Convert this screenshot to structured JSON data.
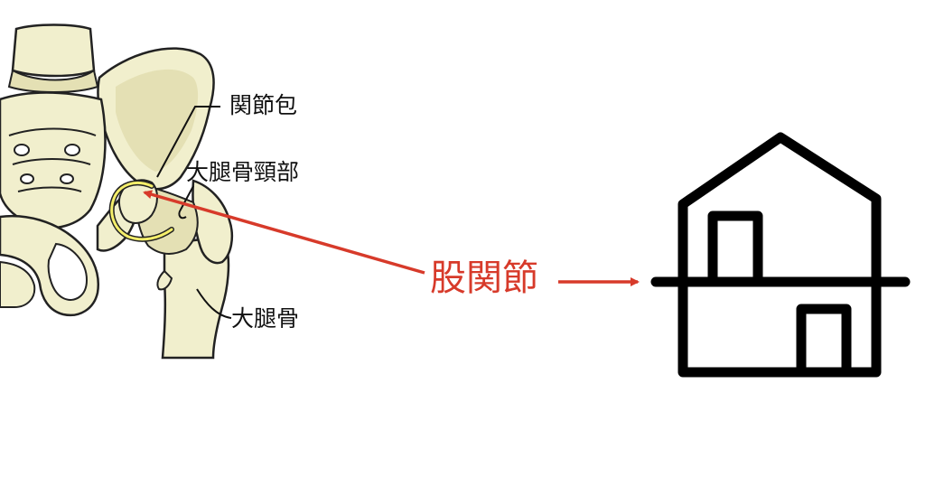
{
  "labels": {
    "capsule": "関節包",
    "femoral_neck": "大腿骨頸部",
    "femur": "大腿骨",
    "hip_joint": "股関節"
  },
  "colors": {
    "bone_fill": "#f1efcd",
    "bone_shade": "#e4e0b4",
    "outline": "#222222",
    "capsule_highlight": "#f4ee6a",
    "arrow_red": "#d73a2a",
    "house_stroke": "#000000"
  },
  "icons": {
    "pelvis_illustration": "pelvis-femur-anatomy",
    "house_icon": "two-storey-house-icon"
  }
}
